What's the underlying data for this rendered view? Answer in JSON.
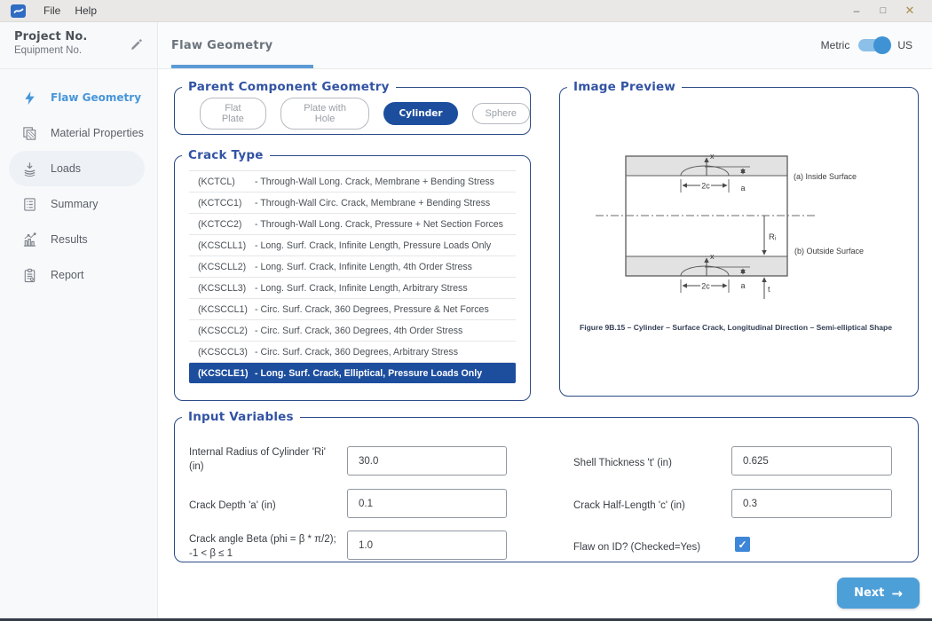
{
  "titlebar": {
    "menus": [
      "File",
      "Help"
    ],
    "window_controls": {
      "minimize": "–",
      "maximize": "□",
      "close": "✕"
    }
  },
  "sidebar": {
    "project_line1": "Project No.",
    "project_line2": "Equipment No.",
    "items": [
      {
        "label": "Flaw Geometry",
        "icon": "lightning-bolt-icon",
        "active": true
      },
      {
        "label": "Material Properties",
        "icon": "material-layers-icon",
        "active": false
      },
      {
        "label": "Loads",
        "icon": "load-arrow-icon",
        "active": false
      },
      {
        "label": "Summary",
        "icon": "summary-list-icon",
        "active": false
      },
      {
        "label": "Results",
        "icon": "results-chart-icon",
        "active": false
      },
      {
        "label": "Report",
        "icon": "report-clipboard-icon",
        "active": false
      }
    ]
  },
  "topbar": {
    "active_tab": "Flaw Geometry",
    "unit_left": "Metric",
    "unit_right": "US",
    "toggle_state": "US"
  },
  "parent_geometry": {
    "title": "Parent Component Geometry",
    "options": [
      {
        "label": "Flat Plate",
        "selected": false
      },
      {
        "label": "Plate with Hole",
        "selected": false
      },
      {
        "label": "Cylinder",
        "selected": true
      },
      {
        "label": "Sphere",
        "selected": false
      }
    ]
  },
  "crack_type": {
    "title": "Crack Type",
    "items": [
      {
        "code": "(KCTCL)",
        "desc": "- Through-Wall Long. Crack, Membrane + Bending Stress",
        "selected": false
      },
      {
        "code": "(KCTCC1)",
        "desc": "- Through-Wall Circ. Crack, Membrane + Bending Stress",
        "selected": false
      },
      {
        "code": "(KCTCC2)",
        "desc": "- Through-Wall Long. Crack, Pressure + Net Section Forces",
        "selected": false
      },
      {
        "code": "(KCSCLL1)",
        "desc": "- Long. Surf. Crack, Infinite Length, Pressure Loads Only",
        "selected": false
      },
      {
        "code": "(KCSCLL2)",
        "desc": "- Long. Surf. Crack, Infinite Length, 4th Order Stress",
        "selected": false
      },
      {
        "code": "(KCSCLL3)",
        "desc": "- Long. Surf. Crack, Infinite Length, Arbitrary Stress",
        "selected": false
      },
      {
        "code": "(KCSCCL1)",
        "desc": "- Circ. Surf. Crack, 360 Degrees, Pressure & Net Forces",
        "selected": false
      },
      {
        "code": "(KCSCCL2)",
        "desc": "- Circ. Surf. Crack, 360 Degrees, 4th Order Stress",
        "selected": false
      },
      {
        "code": "(KCSCCL3)",
        "desc": "- Circ. Surf. Crack, 360 Degrees, Arbitrary Stress",
        "selected": false
      },
      {
        "code": "(KCSCLE1)",
        "desc": "- Long. Surf. Crack, Elliptical, Pressure Loads Only",
        "selected": true
      }
    ]
  },
  "image_preview": {
    "title": "Image Preview",
    "diagram": {
      "x_label": "x",
      "width_label": "2c",
      "depth_label": "a",
      "radius_label": "Rᵢ",
      "thickness_label": "t",
      "inside_label": "(a) Inside Surface",
      "outside_label": "(b) Outside Surface",
      "caption": "Figure 9B.15 – Cylinder – Surface Crack, Longitudinal Direction – Semi-elliptical Shape"
    }
  },
  "input_variables": {
    "title": "Input Variables",
    "left_fields": [
      {
        "label": "Internal Radius of Cylinder 'Ri' (in)",
        "value": "30.0"
      },
      {
        "label": "Crack Depth 'a' (in)",
        "value": "0.1"
      },
      {
        "label": "Crack angle Beta (phi = β * π/2); -1 < β ≤ 1",
        "value": "1.0"
      }
    ],
    "right_fields": [
      {
        "label": "Shell Thickness 't' (in)",
        "value": "0.625"
      },
      {
        "label": "Crack Half-Length 'c' (in)",
        "value": "0.3"
      }
    ],
    "checkbox": {
      "label": "Flaw on ID? (Checked=Yes)",
      "checked": true,
      "check_icon": "✓"
    }
  },
  "next_button": {
    "label": "Next",
    "arrow_icon": "→"
  },
  "colors": {
    "accent_navy": "#1d4e9e",
    "legend_blue": "#3253a4",
    "active_link_blue": "#4796da",
    "tab_underline_blue": "#5b9bd5",
    "next_button_blue": "#4d9fd8",
    "checkbox_blue": "#3d86d8"
  }
}
